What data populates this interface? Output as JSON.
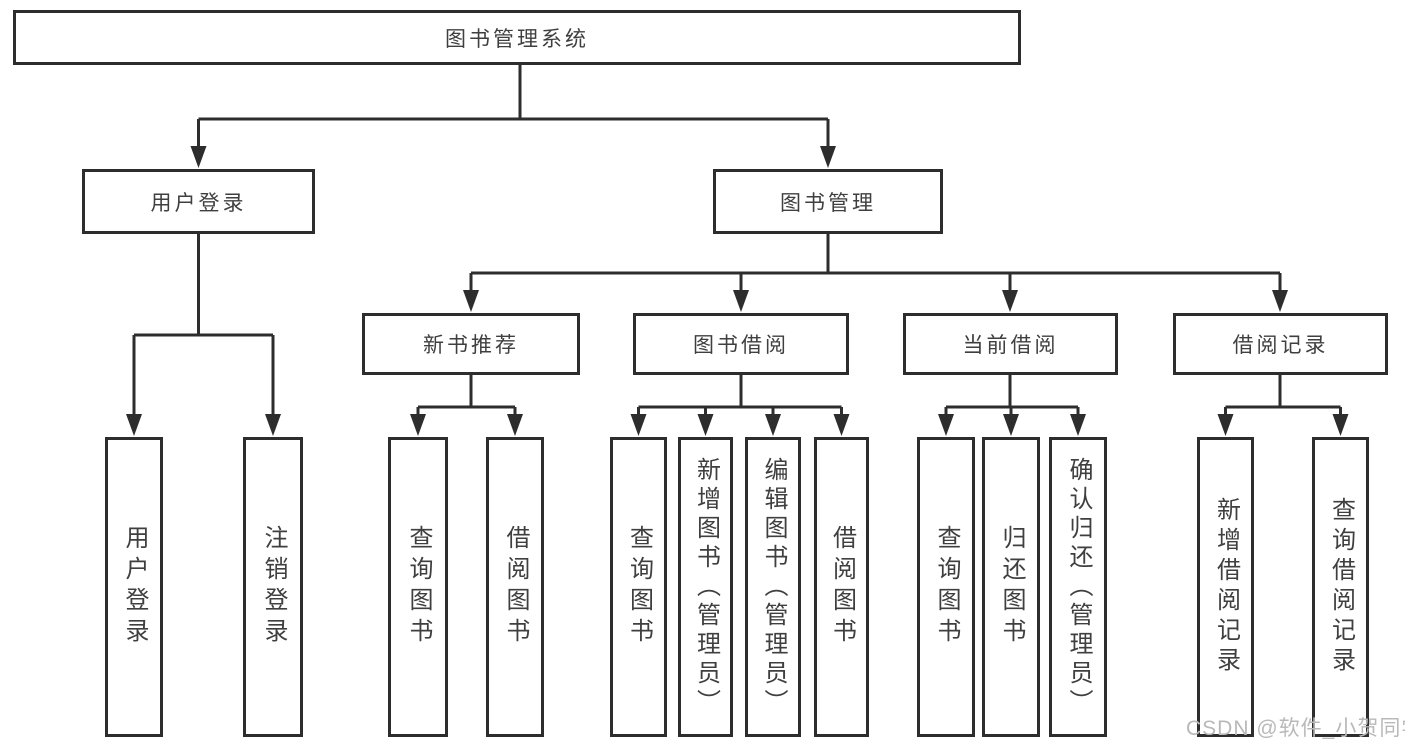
{
  "tree": {
    "root": {
      "label": "图书管理系统"
    },
    "branches": [
      {
        "label": "用户登录",
        "children": [
          {
            "label": "用户登录"
          },
          {
            "label": "注销登录"
          }
        ]
      },
      {
        "label": "图书管理",
        "children": [
          {
            "label": "新书推荐",
            "children": [
              {
                "label": "查询图书"
              },
              {
                "label": "借阅图书"
              }
            ]
          },
          {
            "label": "图书借阅",
            "children": [
              {
                "label": "查询图书"
              },
              {
                "label": "新增图书（管理员）"
              },
              {
                "label": "编辑图书（管理员）"
              },
              {
                "label": "借阅图书"
              }
            ]
          },
          {
            "label": "当前借阅",
            "children": [
              {
                "label": "查询图书"
              },
              {
                "label": "归还图书"
              },
              {
                "label": "确认归还（管理员）"
              }
            ]
          },
          {
            "label": "借阅记录",
            "children": [
              {
                "label": "新增借阅记录"
              },
              {
                "label": "查询借阅记录"
              }
            ]
          }
        ]
      }
    ]
  },
  "watermark": "CSDN @软件_小贺同学",
  "colors": {
    "line": "#2d2d2d",
    "box_border": "#2d2d2d",
    "text": "#3f3f3f",
    "background": "#ffffff",
    "watermark": "#b9b9b9"
  }
}
